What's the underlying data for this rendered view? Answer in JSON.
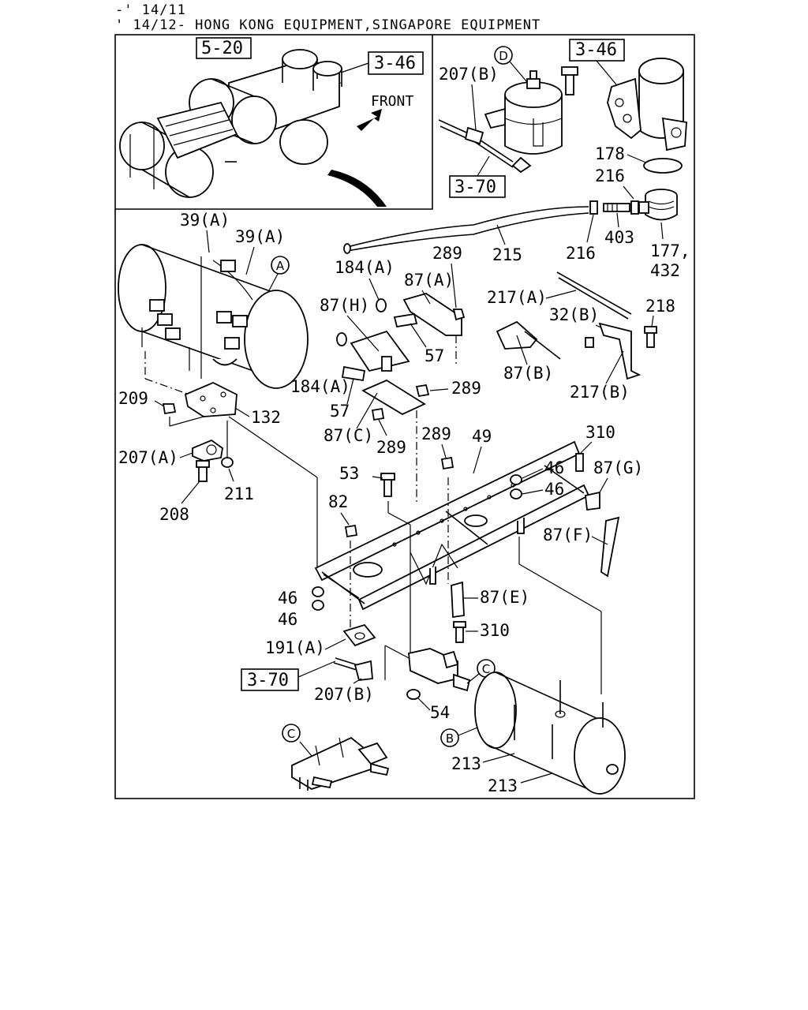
{
  "header": {
    "line1": "-' 14/11",
    "line2": "' 14/12- HONG KONG EQUIPMENT,SINGAPORE EQUIPMENT"
  },
  "refs": {
    "ref_5_20": "5-20",
    "ref_3_46_left": "3-46",
    "ref_3_46_right": "3-46",
    "ref_3_70_top": "3-70",
    "ref_3_70_bottom": "3-70"
  },
  "front_label": "FRONT",
  "circles": {
    "A": "A",
    "B": "B",
    "C_right": "C",
    "C_detail": "C",
    "D": "D"
  },
  "labels": {
    "l207b_top": "207(B)",
    "l178": "178",
    "l216_top": "216",
    "l216_bottom": "216",
    "l403": "403",
    "l177": "177,",
    "l432": "432",
    "l215": "215",
    "l39a_1": "39(A)",
    "l39a_2": "39(A)",
    "l184a_top": "184(A)",
    "l289_top": "289",
    "l87a": "87(A)",
    "l87h": "87(H)",
    "l217a": "217(A)",
    "l32b": "32(B)",
    "l218": "218",
    "l57_right": "57",
    "l87b": "87(B)",
    "l184a_mid": "184(A)",
    "l289_mid": "289",
    "l217b": "217(B)",
    "l209": "209",
    "l132": "132",
    "l57_left": "57",
    "l87c": "87(C)",
    "l289_low": "289",
    "l289_low2": "289",
    "l49": "49",
    "l310_top": "310",
    "l207a": "207(A)",
    "l46_r1": "46",
    "l46_r2": "46",
    "l87g": "87(G)",
    "l53": "53",
    "l211": "211",
    "l208": "208",
    "l82": "82",
    "l87f": "87(F)",
    "l46_l1": "46",
    "l46_l2": "46",
    "l87e": "87(E)",
    "l310_bottom": "310",
    "l191a": "191(A)",
    "l207b_bottom": "207(B)",
    "l54": "54",
    "l213_1": "213",
    "l213_2": "213"
  }
}
